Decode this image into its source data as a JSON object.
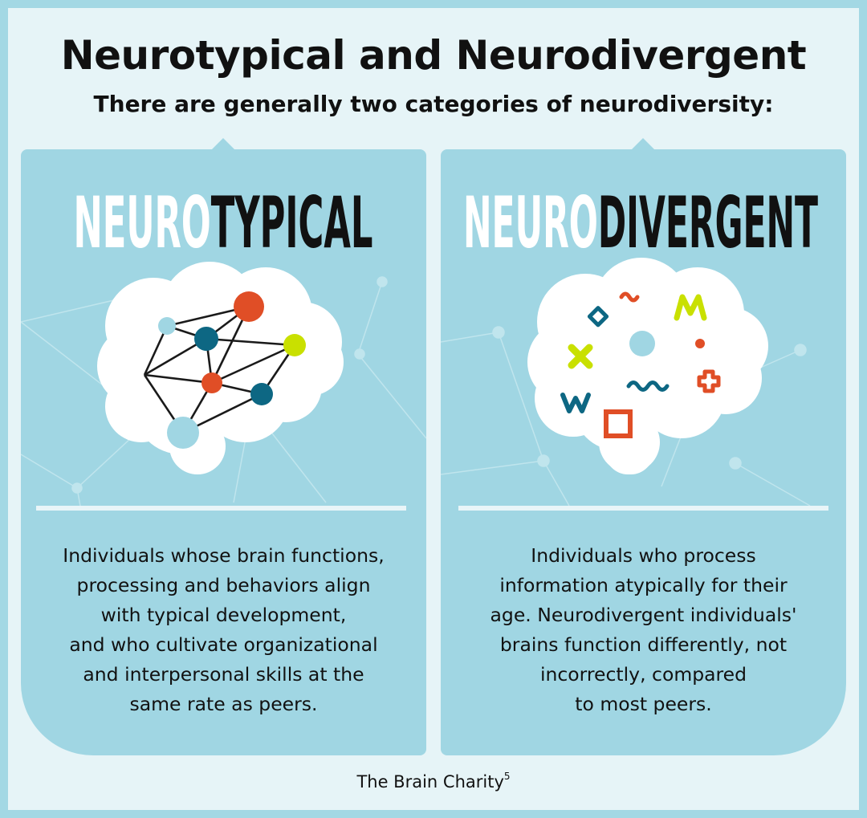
{
  "title": "Neurotypical and Neurodivergent",
  "subtitle": "There are generally two categories of neurodiversity:",
  "panels": [
    {
      "heading_light": "NEURO",
      "heading_dark": "TYPICAL",
      "icon": "connected-network-brain-icon",
      "lines": [
        "Individuals whose brain functions,",
        "processing and behaviors align",
        "with typical development,",
        "and who cultivate organizational",
        "and interpersonal skills at the",
        "same rate as peers."
      ]
    },
    {
      "heading_light": "NEURO",
      "heading_dark": "DIVERGENT",
      "icon": "scattered-shapes-brain-icon",
      "lines": [
        "Individuals who process",
        "information atypically for their",
        "age. Neurodivergent individuals'",
        "brains function differently, not",
        "incorrectly, compared",
        "to most peers."
      ]
    }
  ],
  "footer": {
    "source": "The Brain Charity",
    "ref": "5"
  },
  "colors": {
    "panel": "#a0d6e3",
    "background": "#e6f4f7",
    "orange": "#e04e26",
    "teal": "#0d6783",
    "lime": "#c9e000",
    "light_blue": "#a0d6e3"
  }
}
